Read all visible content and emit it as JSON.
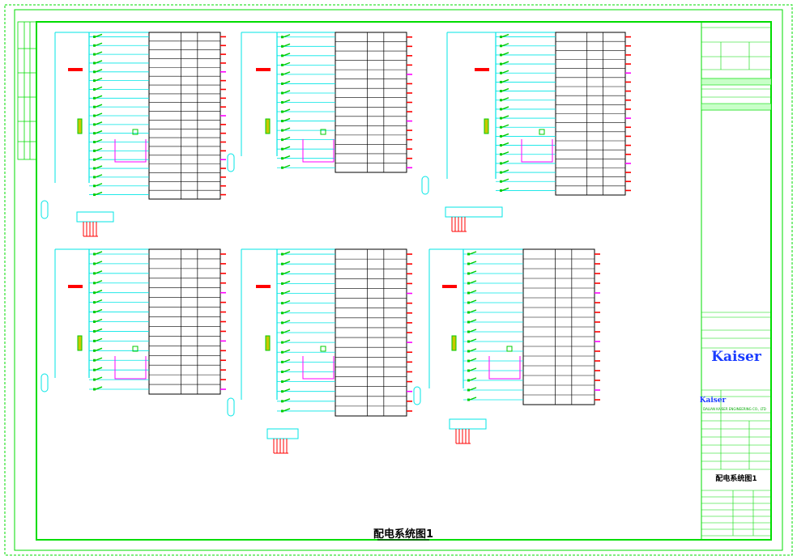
{
  "drawing": {
    "title": "配电系统图1"
  },
  "title_block": {
    "company_logo": "Kaiser",
    "company_logo_small": "Kaiser",
    "company_name_en": "DALIAN KAISER ENGINEERING CO., LTD",
    "drawing_title": "配电系统图1"
  },
  "colors": {
    "frame": "#00dd00",
    "wire": "#00e6e6",
    "breaker": "#00cc00",
    "accent_red": "#ff0000",
    "magenta": "#ff00ff",
    "logo_blue": "#1a3cff"
  }
}
